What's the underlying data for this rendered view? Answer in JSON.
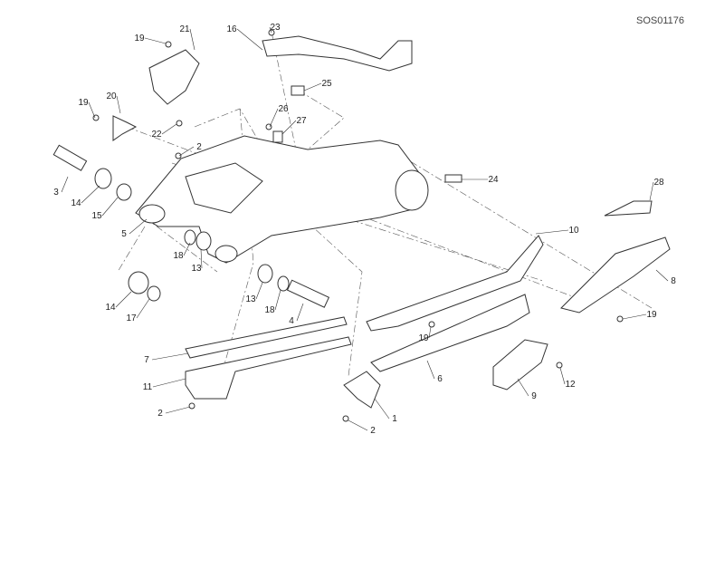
{
  "drawing_code": "SOS01176",
  "callouts": [
    "21",
    "19",
    "16",
    "23",
    "25",
    "20",
    "19",
    "26",
    "27",
    "22",
    "2",
    "24",
    "28",
    "3",
    "14",
    "15",
    "5",
    "10",
    "18",
    "13",
    "8",
    "14",
    "17",
    "13",
    "18",
    "4",
    "19",
    "19",
    "7",
    "6",
    "9",
    "12",
    "11",
    "1",
    "2",
    "2"
  ]
}
